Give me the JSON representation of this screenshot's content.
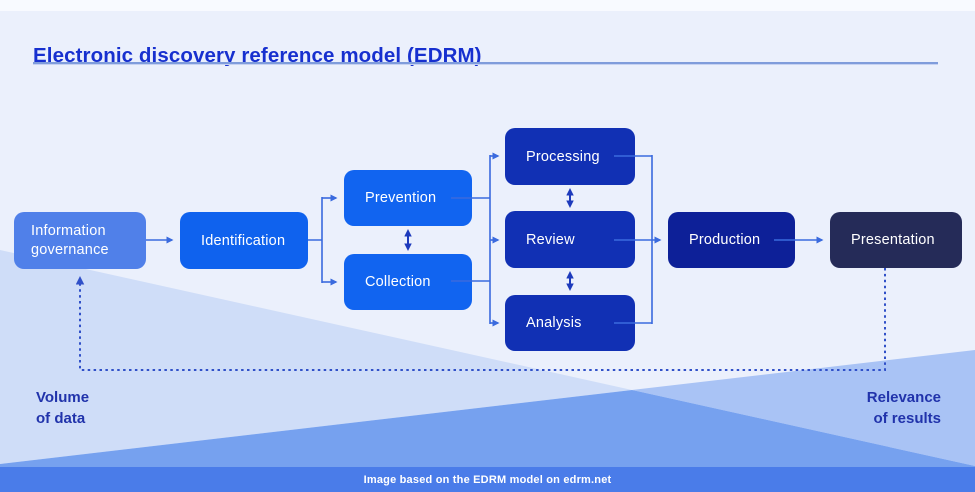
{
  "title": "Electronic discovery reference model (EDRM)",
  "nodes": {
    "information_governance": {
      "label": "Information governance",
      "color": "#5080e9"
    },
    "identification": {
      "label": "Identification",
      "color": "#0f62ee"
    },
    "prevention": {
      "label": "Prevention",
      "color": "#1164f0"
    },
    "collection": {
      "label": "Collection",
      "color": "#1164f0"
    },
    "processing": {
      "label": "Processing",
      "color": "#1130b4"
    },
    "review": {
      "label": "Review",
      "color": "#1130b4"
    },
    "analysis": {
      "label": "Analysis",
      "color": "#1130b4"
    },
    "production": {
      "label": "Production",
      "color": "#0d2098"
    },
    "presentation": {
      "label": "Presentation",
      "color": "#252b58"
    }
  },
  "edges": [
    "information_governance -> identification",
    "identification -> prevention",
    "identification -> collection",
    "prevention <-> collection",
    "prevention -> [processing, review, analysis]",
    "collection -> [processing, review, analysis]",
    "processing <-> review",
    "review <-> analysis",
    "[processing, review, analysis] -> production",
    "production -> presentation",
    "presentation -(dotted feedback)-> information_governance"
  ],
  "axis_labels": {
    "left": {
      "line1": "Volume",
      "line2": "of data"
    },
    "right": {
      "line1": "Relevance",
      "line2": "of results"
    }
  },
  "footer": {
    "credit": "Image based on the EDRM model on edrm.net"
  },
  "colors": {
    "background": "#ebf0fc",
    "title_text": "#1730cf",
    "connector": "#3a6ade",
    "bidirectional_arrow": "#1d3abc",
    "feedback_dotted": "#3050c8",
    "volume_wedge": "#cfddf8",
    "relevance_wedge": "#a9c3f5",
    "wedge_overlap": "#76a1ef",
    "footer_bar": "#4a7ce9",
    "axis_label_text": "#2133ab"
  }
}
